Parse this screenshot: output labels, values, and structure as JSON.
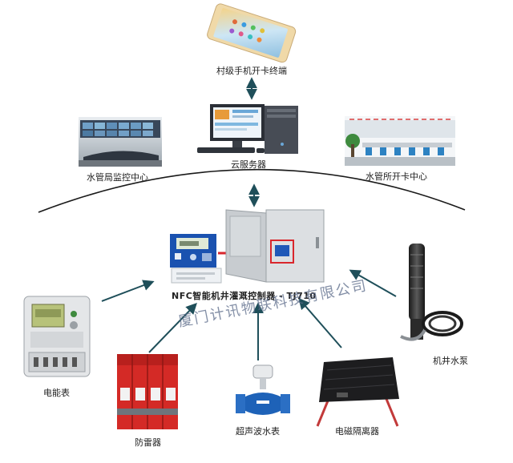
{
  "labels": {
    "phone": "村级手机开卡终端",
    "server": "云服务器",
    "monitor_center": "水管局监控中心",
    "card_center": "水管所开卡中心",
    "controller": "NFC智能机井灌溉控制器 - TJ710",
    "meter": "电能表",
    "arrester": "防雷器",
    "flowmeter": "超声波水表",
    "isolator": "电磁隔离器",
    "pump": "机井水泵"
  },
  "watermark": "厦门计讯物联科技有限公司",
  "colors": {
    "arrow": "#1f4f5a",
    "red_arrow": "#d9262c",
    "cabinet": "#dcdfe2",
    "arrester_red": "#d42a26",
    "flowmeter_blue": "#1e62b8"
  },
  "icons": [
    "smartphone-icon",
    "desktop-server-icon",
    "monitor-room-icon",
    "office-room-icon",
    "controller-device-icon",
    "cabinet-icon",
    "energy-meter-icon",
    "surge-arrester-icon",
    "flowmeter-icon",
    "isolator-icon",
    "pump-icon"
  ]
}
